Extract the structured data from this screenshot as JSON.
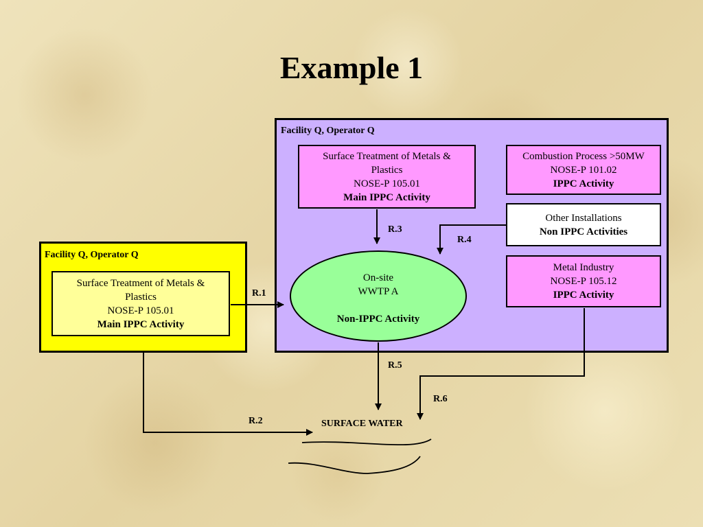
{
  "title": "Example 1",
  "big_facility": {
    "label": "Facility Q, Operator Q",
    "surface_treatment": {
      "line1": "Surface Treatment of Metals &",
      "line2": "Plastics",
      "line3": "NOSE-P 105.01",
      "line4": "Main IPPC Activity"
    },
    "combustion": {
      "line1": "Combustion Process >50MW",
      "line2": "NOSE-P 101.02",
      "line3": "IPPC Activity"
    },
    "other_installations": {
      "line1": "Other Installations",
      "line2": "Non IPPC Activities"
    },
    "metal_industry": {
      "line1": "Metal Industry",
      "line2": "NOSE-P 105.12",
      "line3": "IPPC Activity"
    },
    "wwtp": {
      "line1": "On-site",
      "line2": "WWTP A",
      "line3": "Non-IPPC Activity"
    }
  },
  "small_facility": {
    "label": "Facility Q, Operator Q",
    "surface_treatment": {
      "line1": "Surface Treatment of Metals &",
      "line2": "Plastics",
      "line3": "NOSE-P 105.01",
      "line4": "Main IPPC Activity"
    }
  },
  "routes": {
    "r1": "R.1",
    "r2": "R.2",
    "r3": "R.3",
    "r4": "R.4",
    "r5": "R.5",
    "r6": "R.6"
  },
  "surface_water": "SURFACE WATER",
  "colors": {
    "big_facility": "#ccb0ff",
    "small_facility": "#ffff00",
    "ippc_box": "#ff99ff",
    "wwtp": "#99ff99",
    "inner_yellow": "#ffff99"
  }
}
